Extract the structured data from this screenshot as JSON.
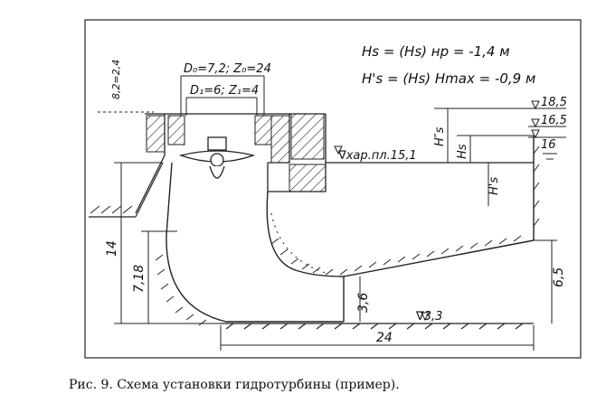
{
  "formulas": {
    "line1": "Hs = (Hs) нр = -1,4 м",
    "line2": "H's = (Hs) Hmax = -0,9 м"
  },
  "dimensions": {
    "d0": "D₀=7,2; Z₀=24",
    "d1": "D₁=6; Z₁=4",
    "height_14": "14",
    "height_7_18": "7,18",
    "height_3_6": "3,6",
    "height_6_5": "6,5",
    "length_24": "24",
    "hs_double": "H″s",
    "hs": "Hs",
    "hs_prime": "H's",
    "partial_top": "8,2=2,4"
  },
  "levels": {
    "lev_18_5": "18,5",
    "lev_16_5": "16,5",
    "lev_16": "16",
    "lev_15_1": "∇хар.пл.15,1",
    "lev_3_3": "∇3,3"
  },
  "caption": "Рис. 9. Схема установки гидротурбины (пример)."
}
